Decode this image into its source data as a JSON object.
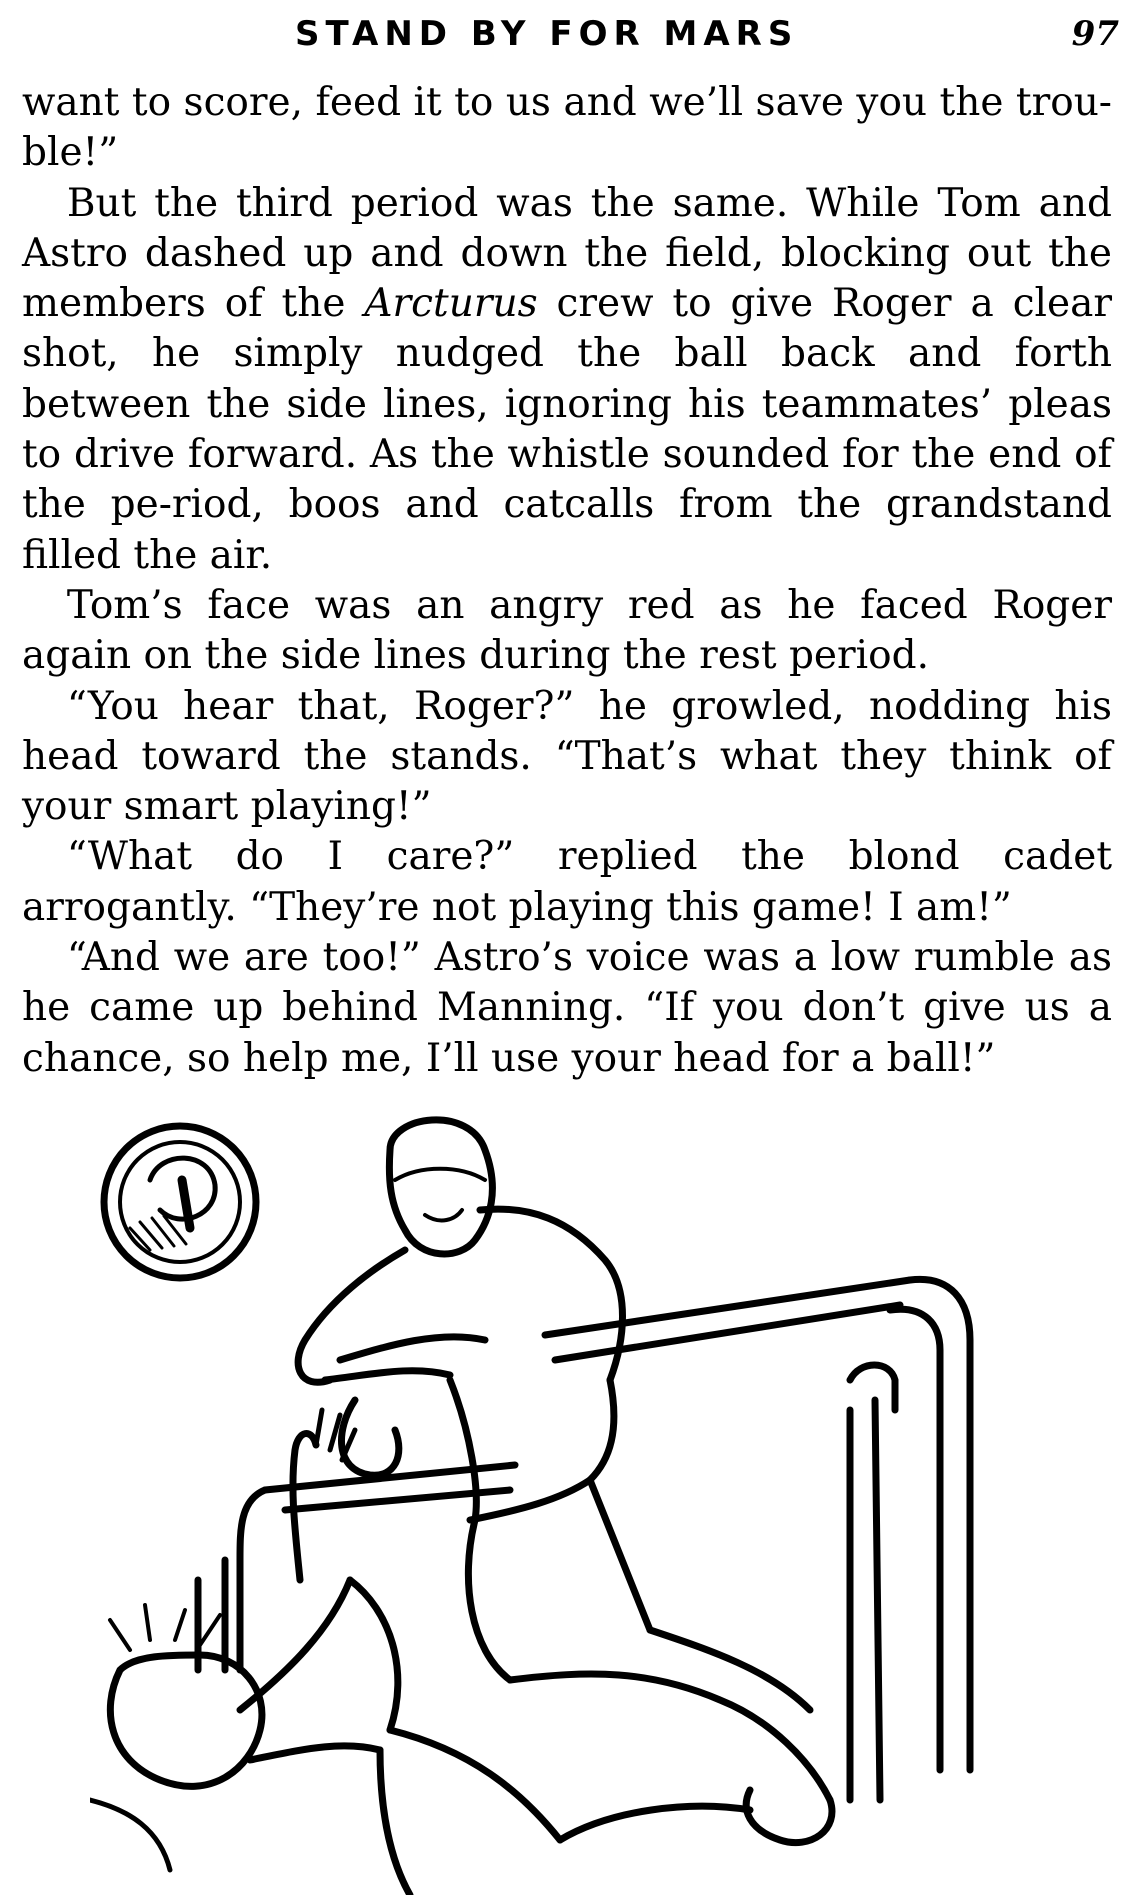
{
  "header": {
    "running_title": "STAND BY FOR MARS",
    "page_number": "97"
  },
  "paragraphs": [
    "want to score, feed it to us and we’ll save you the trou-ble!”",
    "But the third period was the same. While Tom and Astro dashed up and down the field, blocking out the members of the Arcturus crew to give Roger a clear shot, he simply nudged the ball back and forth between the side lines, ignoring his teammates’ pleas to drive forward. As the whistle sounded for the end of the pe-riod, boos and catcalls from the grandstand filled the air.",
    "Tom’s face was an angry red as he faced Roger again on the side lines during the rest period.",
    "“You hear that, Roger?” he growled, nodding his head toward the stands. “That’s what they think of your smart playing!”",
    "“What do I care?” replied the blond cadet arrogantly. “They’re not playing this game! I am!”",
    "“And we are too!” Astro’s voice was a low rumble as he came up behind Manning. “If you don’t give us a chance, so help me, I’ll use your head for a ball!”"
  ],
  "p2_parts": {
    "before": "But the third period was the same. While Tom and Astro dashed up and down the field, blocking out the members of the ",
    "ship": "Arcturus",
    "after": " crew to give Roger a clear shot, he simply nudged the ball back and forth between the side lines, ignoring his teammates’ pleas to drive forward. As the whistle sounded for the end of the pe-riod, boos and catcalls from the grandstand filled the air."
  }
}
